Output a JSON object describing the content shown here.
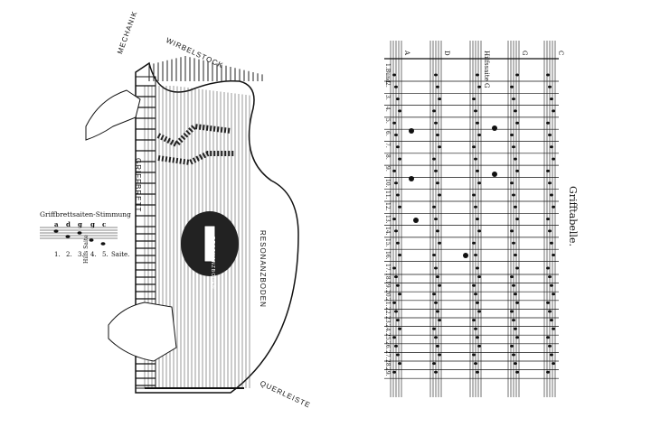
{
  "zither_labels": {
    "mechanik": "MECHANIK",
    "wirbelstock": "WIRBELSTOCK",
    "griffbrett": "GRIFFBRETT",
    "resonanzboden": "RESONANZBODEN",
    "querleiste": "QUERLEISTE",
    "rosette": "RESONANZBODEN"
  },
  "tuning": {
    "title": "Griffbrettsaiten-Stimmung",
    "notes": [
      "a",
      "d",
      "g",
      "g",
      "c"
    ],
    "strings": [
      "1.",
      "2.",
      "3.",
      "4.",
      "5.",
      "Saite."
    ],
    "auxiliary": "Hilfs Saite"
  },
  "table": {
    "title": "Grifftabelle.",
    "columns": [
      "A",
      "D",
      "Hilfssaite G",
      "G",
      "C"
    ],
    "rows": [
      "1.Bund",
      "2.",
      "3.",
      "4.",
      "5.",
      "6.",
      "7.",
      "8.",
      "9.",
      "10.",
      "11.",
      "12.",
      "13.",
      "14.",
      "15.",
      "16.",
      "17.",
      "18.",
      "19.",
      "20.",
      "21.",
      "22.",
      "23.",
      "24.",
      "25.",
      "26.",
      "27.",
      "28.",
      "29."
    ]
  }
}
